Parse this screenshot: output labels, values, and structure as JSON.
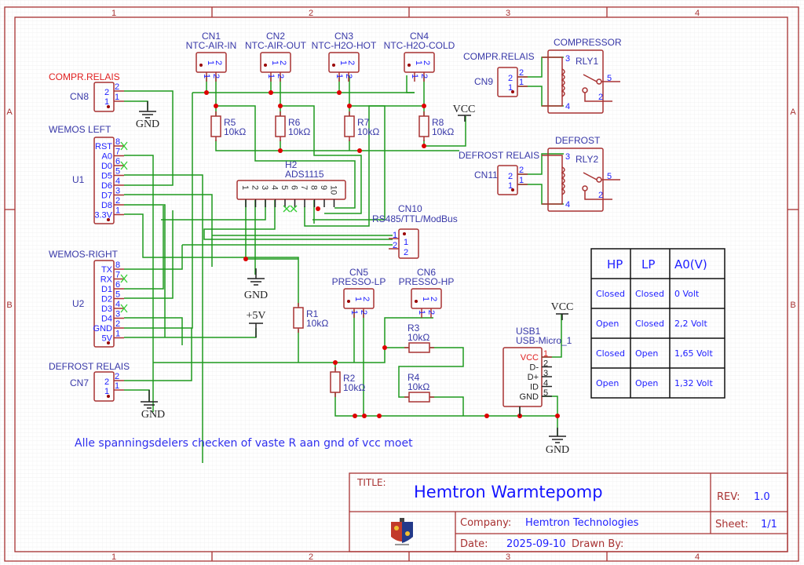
{
  "sheet": {
    "columns": [
      "1",
      "2",
      "3",
      "4"
    ],
    "rows": [
      "A",
      "B"
    ]
  },
  "parts": {
    "cn8": {
      "ref": "CN8",
      "value": "COMPR.RELAIS",
      "pins": [
        "2",
        "1"
      ],
      "inner": [
        "2",
        "1"
      ]
    },
    "cn7": {
      "ref": "CN7",
      "value": "DEFROST RELAIS",
      "pins": [
        "2",
        "1"
      ],
      "inner": [
        "2",
        "1"
      ]
    },
    "cn9": {
      "ref": "CN9",
      "value": "COMPR.RELAIS",
      "pins": [
        "2",
        "1"
      ],
      "inner": [
        "2",
        "1"
      ]
    },
    "cn11": {
      "ref": "CN11",
      "value": "DEFROST RELAIS",
      "pins": [
        "2",
        "1"
      ],
      "inner": [
        "2",
        "1"
      ]
    },
    "cn1": {
      "ref": "CN1",
      "value": "NTC-AIR-IN"
    },
    "cn2": {
      "ref": "CN2",
      "value": "NTC-AIR-OUT"
    },
    "cn3": {
      "ref": "CN3",
      "value": "NTC-H2O-HOT"
    },
    "cn4": {
      "ref": "CN4",
      "value": "NTC-H2O-COLD"
    },
    "cn5": {
      "ref": "CN5",
      "value": "PRESSO-LP"
    },
    "cn6": {
      "ref": "CN6",
      "value": "PRESSO-HP"
    },
    "cn10": {
      "ref": "CN10",
      "value": "RS485/TTL/ModBus",
      "pins": [
        "1",
        "2"
      ],
      "inner": [
        "1",
        "2"
      ]
    },
    "u1": {
      "ref": "U1",
      "value": "WEMOS LEFT",
      "pins": [
        {
          "name": "RST",
          "num": "8"
        },
        {
          "name": "A0",
          "num": "7"
        },
        {
          "name": "D0",
          "num": "6"
        },
        {
          "name": "D5",
          "num": "5"
        },
        {
          "name": "D6",
          "num": "4"
        },
        {
          "name": "D7",
          "num": "3"
        },
        {
          "name": "D8",
          "num": "2"
        },
        {
          "name": "3.3V",
          "num": "1"
        }
      ]
    },
    "u2": {
      "ref": "U2",
      "value": "WEMOS-RIGHT",
      "pins": [
        {
          "name": "TX",
          "num": "8"
        },
        {
          "name": "RX",
          "num": "7"
        },
        {
          "name": "D1",
          "num": "6"
        },
        {
          "name": "D2",
          "num": "5"
        },
        {
          "name": "D3",
          "num": "4"
        },
        {
          "name": "D4",
          "num": "3"
        },
        {
          "name": "GND",
          "num": "2"
        },
        {
          "name": "5V",
          "num": "1"
        }
      ]
    },
    "h2": {
      "ref": "H2",
      "value": "ADS1115",
      "pins": [
        "1",
        "2",
        "3",
        "4",
        "5",
        "6",
        "7",
        "8",
        "9",
        "10"
      ]
    },
    "r5": {
      "ref": "R5",
      "value": "10kΩ"
    },
    "r6": {
      "ref": "R6",
      "value": "10kΩ"
    },
    "r7": {
      "ref": "R7",
      "value": "10kΩ"
    },
    "r8": {
      "ref": "R8",
      "value": "10kΩ"
    },
    "r1": {
      "ref": "R1",
      "value": "10kΩ"
    },
    "r2": {
      "ref": "R2",
      "value": "10kΩ"
    },
    "r3": {
      "ref": "R3",
      "value": "10kΩ"
    },
    "r4": {
      "ref": "R4",
      "value": "10kΩ"
    },
    "rly1": {
      "ref": "RLY1",
      "value": "COMPRESSOR",
      "pins": [
        "3",
        "4",
        "5",
        "2"
      ]
    },
    "rly2": {
      "ref": "RLY2",
      "value": "DEFROST",
      "pins": [
        "3",
        "4",
        "5",
        "2"
      ]
    },
    "usb1": {
      "ref": "USB1",
      "value": "USB-Micro_1",
      "pins": [
        {
          "name": "VCC",
          "num": "1"
        },
        {
          "name": "D-",
          "num": "2"
        },
        {
          "name": "D+",
          "num": "3"
        },
        {
          "name": "ID",
          "num": "4"
        },
        {
          "name": "GND",
          "num": "5"
        }
      ]
    }
  },
  "power": {
    "gnd": "GND",
    "vcc": "VCC",
    "p5v": "+5V"
  },
  "truth_table": {
    "headers": [
      "HP",
      "LP",
      "A0(V)"
    ],
    "rows": [
      [
        "Closed",
        "Closed",
        "0 Volt"
      ],
      [
        "Open",
        "Closed",
        "2,2 Volt"
      ],
      [
        "Closed",
        "Open",
        "1,65 Volt"
      ],
      [
        "Open",
        "Open",
        "1,32 Volt"
      ]
    ]
  },
  "note": "Alle spanningsdelers checken of vaste R aan gnd of vcc moet",
  "title_block": {
    "title_label": "TITLE:",
    "title": "Hemtron Warmtepomp",
    "rev_label": "REV:",
    "rev": "1.0",
    "company_label": "Company:",
    "company": "Hemtron Technologies",
    "sheet_label": "Sheet:",
    "sheet": "1/1",
    "date_label": "Date:",
    "date": "2025-09-10",
    "drawn_by_label": "Drawn By:",
    "drawn_by": ""
  }
}
